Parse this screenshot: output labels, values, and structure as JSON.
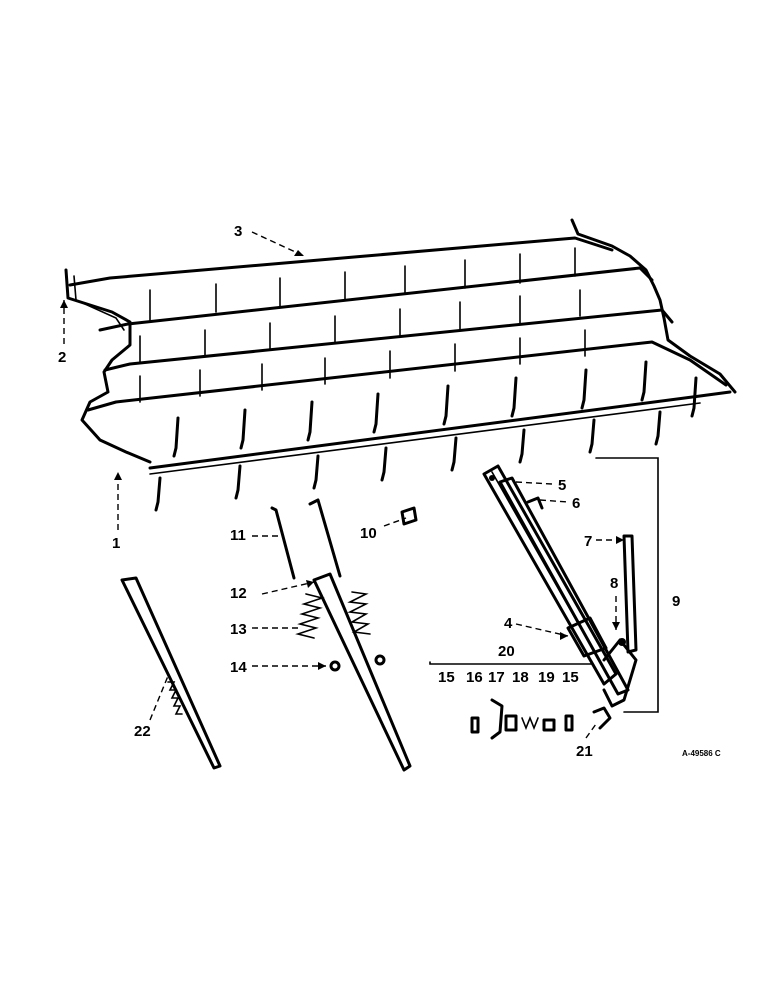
{
  "callouts": {
    "c1": "1",
    "c2": "2",
    "c3": "3",
    "c4": "4",
    "c5": "5",
    "c6": "6",
    "c7": "7",
    "c8": "8",
    "c9": "9",
    "c10": "10",
    "c11": "11",
    "c12": "12",
    "c13": "13",
    "c14": "14",
    "c15a": "15",
    "c15b": "15",
    "c16": "16",
    "c17": "17",
    "c18": "18",
    "c19": "19",
    "c20": "20",
    "c21": "21",
    "c22": "22"
  },
  "reference": "A-49586 C"
}
